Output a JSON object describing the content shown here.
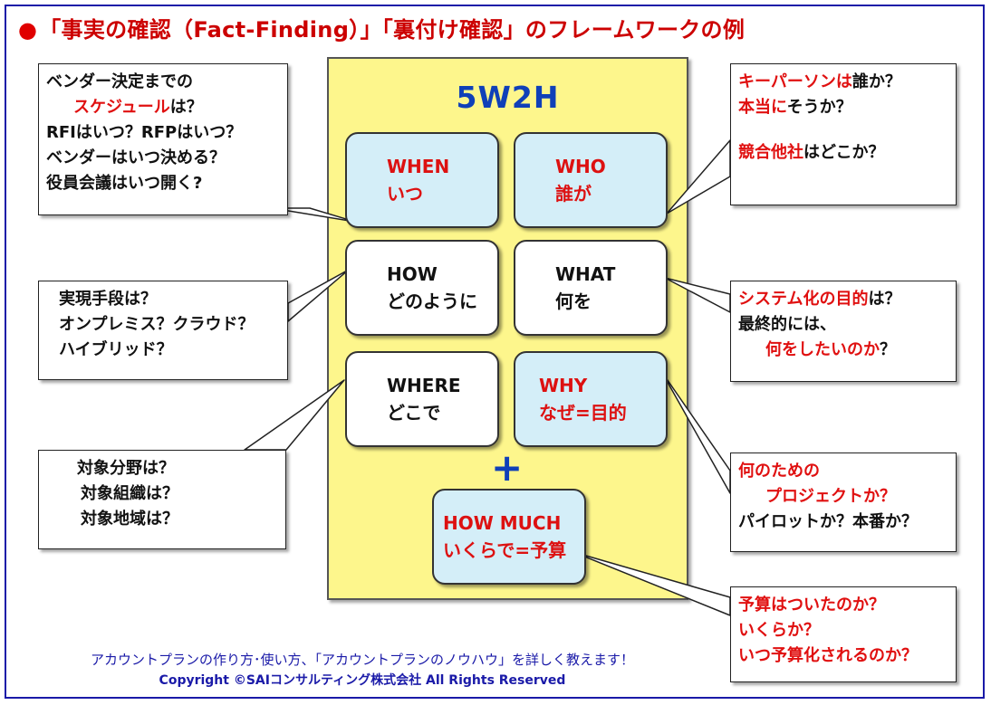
{
  "title": "「事実の確認（Fact-Finding）」「裏付け確認」のフレームワークの例",
  "panel": {
    "heading": "5W2H",
    "plus": "+"
  },
  "cells": {
    "when": {
      "line1": "WHEN",
      "line2": "いつ"
    },
    "who": {
      "line1": "WHO",
      "line2": "誰が"
    },
    "how": {
      "line1": "HOW",
      "line2": "どのように"
    },
    "what": {
      "line1": "WHAT",
      "line2": "何を"
    },
    "where": {
      "line1": "WHERE",
      "line2": "どこで"
    },
    "why": {
      "line1": "WHY",
      "line2": "なぜ=目的"
    },
    "howmuch": {
      "line1": "HOW MUCH",
      "line2": "いくらで=予算"
    }
  },
  "callouts": {
    "when": {
      "l1": "ベンダー決定までの",
      "l2a": "スケジュール",
      "l2b": "は？",
      "l3a": "RFI",
      "l3b": "はいつ？",
      "l3c": "RFP",
      "l3d": "はいつ？",
      "l4": "ベンダーはいつ決める？",
      "l5": "役員会議はいつ開く?"
    },
    "who": {
      "l1a": "キーパーソンは",
      "l1b": "誰か？",
      "l2a": "本当に",
      "l2b": "そうか？",
      "l3a": "競合他社",
      "l3b": "はどこか？"
    },
    "how": {
      "l1": "実現手段は？",
      "l2": "オンプレミス？クラウド？",
      "l3": "ハイブリッド？"
    },
    "what": {
      "l1a": "システム化の目的",
      "l1b": "は？",
      "l2": "最終的には、",
      "l3a": "何をしたいのか",
      "l3b": "？"
    },
    "where": {
      "l1": "対象分野は？",
      "l2": "対象組織は？",
      "l3": "対象地域は？"
    },
    "why": {
      "l1": "何のための",
      "l2": "プロジェクトか？",
      "l3": "パイロットか？本番か？"
    },
    "howmuch": {
      "l1a": "予算",
      "l1b": "はついたのか？",
      "l2": "いくらか？",
      "l3a": "いつ",
      "l3b": "予算化",
      "l3c": "されるのか？"
    }
  },
  "footer": {
    "line1": "アカウントプランの作り方･使い方、「アカウントプランのノウハウ」を詳しく教えます！",
    "line2": "Copyright ©SAIコンサルティング株式会社 All Rights Reserved"
  },
  "colors": {
    "accent_red": "#e01010",
    "heading_blue": "#1040b8",
    "panel_yellow": "#fdf68c",
    "cell_blue": "#d4eef8",
    "frame_blue": "#1a1aa8"
  }
}
